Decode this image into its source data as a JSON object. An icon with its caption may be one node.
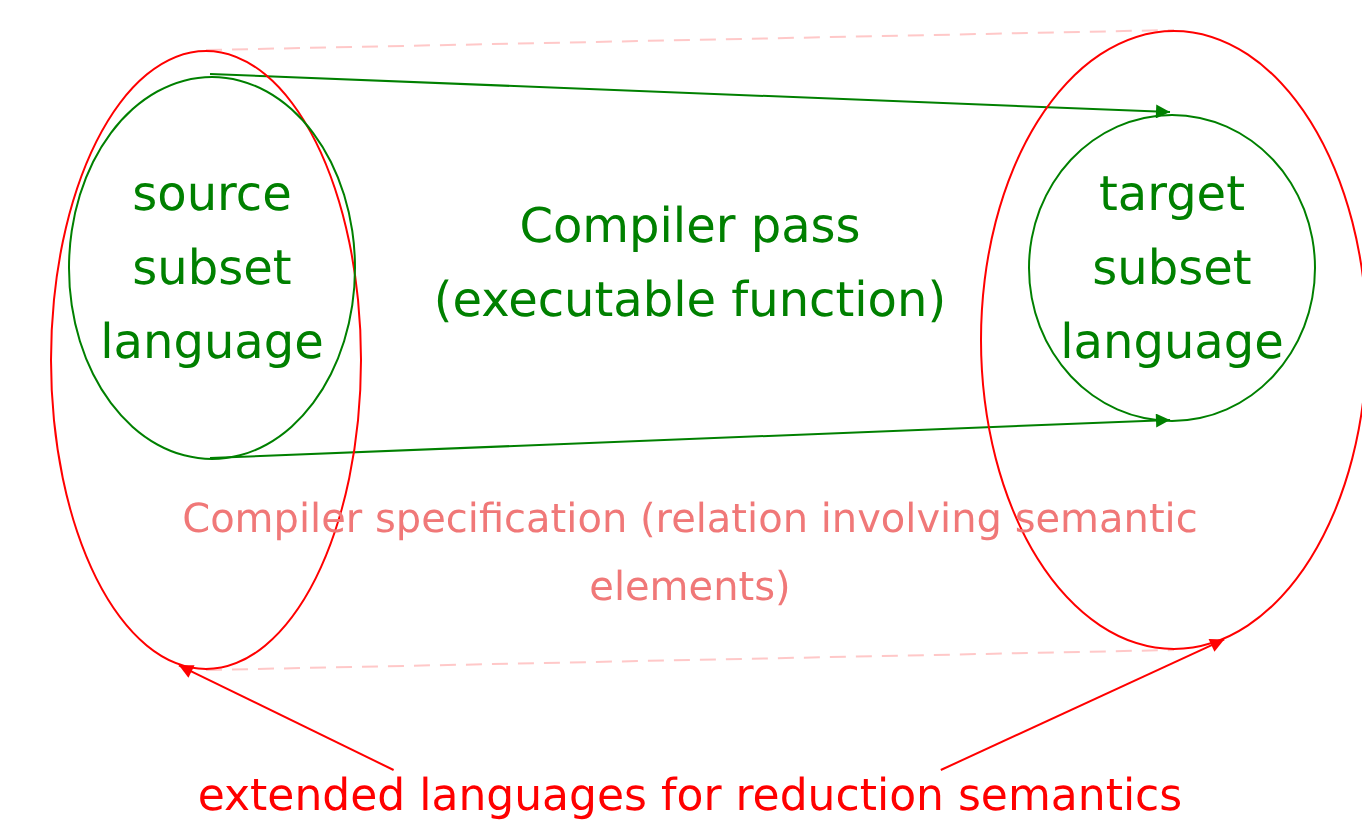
{
  "diagram": {
    "nodes": [
      {
        "text": [],
        "shape": "ellipse"
      },
      {
        "text": [
          "source subset language"
        ],
        "in": 0
      },
      {
        "text": [],
        "shape": "ellipse"
      },
      {
        "text": [
          "target subset language"
        ],
        "in": 2
      },
      {
        "text": [
          "extended languages for reduction semantics"
        ]
      }
    ],
    "edges": [
      {
        "from": 1,
        "to": 3,
        "arrow": "to",
        "color": "#008000"
      },
      {
        "from": 1,
        "to": 3,
        "arrow": "to",
        "color": "#008000"
      },
      {
        "from": 0,
        "to": 2,
        "arrow": "none",
        "style": "dashed",
        "color": "#ffc8c8"
      },
      {
        "from": 0,
        "to": 2,
        "arrow": "none",
        "style": "dashed",
        "color": "#ffc8c8"
      },
      {
        "from": 4,
        "to": 0,
        "arrow": "to",
        "color": "#ff0000"
      },
      {
        "from": 4,
        "to": 2,
        "arrow": "to",
        "color": "#ff0000"
      }
    ],
    "labels": [
      "Compiler pass (executable function)",
      "Compiler specification (relation involving semantic elements)"
    ]
  }
}
